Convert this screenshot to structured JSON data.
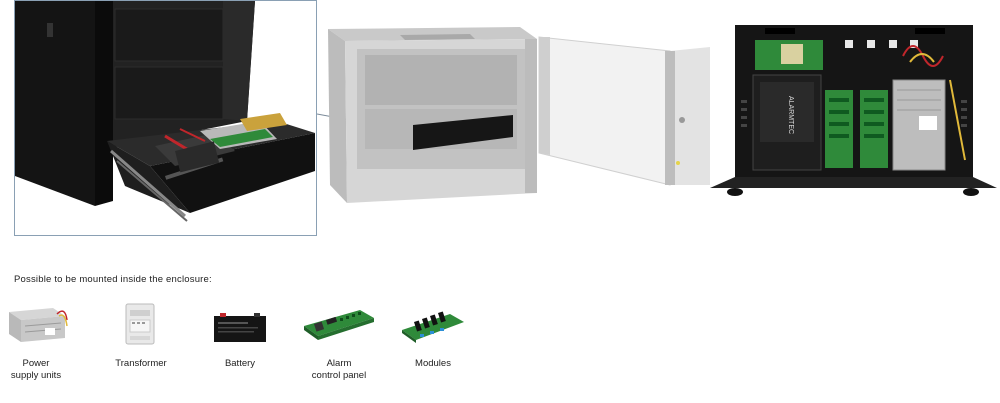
{
  "heading": "Possible to be mounted inside the enclosure:",
  "items": [
    {
      "label_line1": "Power",
      "label_line2": "supply units",
      "icon": "power-supply-icon"
    },
    {
      "label_line1": "Transformer",
      "label_line2": "",
      "icon": "transformer-icon"
    },
    {
      "label_line1": "Battery",
      "label_line2": "",
      "icon": "battery-icon"
    },
    {
      "label_line1": "Alarm",
      "label_line2": "control panel",
      "icon": "alarm-panel-icon"
    },
    {
      "label_line1": "Modules",
      "label_line2": "",
      "icon": "modules-icon"
    }
  ],
  "battery_brand": "ALARMTEC",
  "colors": {
    "frame": "#8aa0b4",
    "cabinet_dark": "#1c1c1c",
    "cabinet_grey": "#bdbdbd",
    "pcb_green": "#2f8a3a"
  }
}
